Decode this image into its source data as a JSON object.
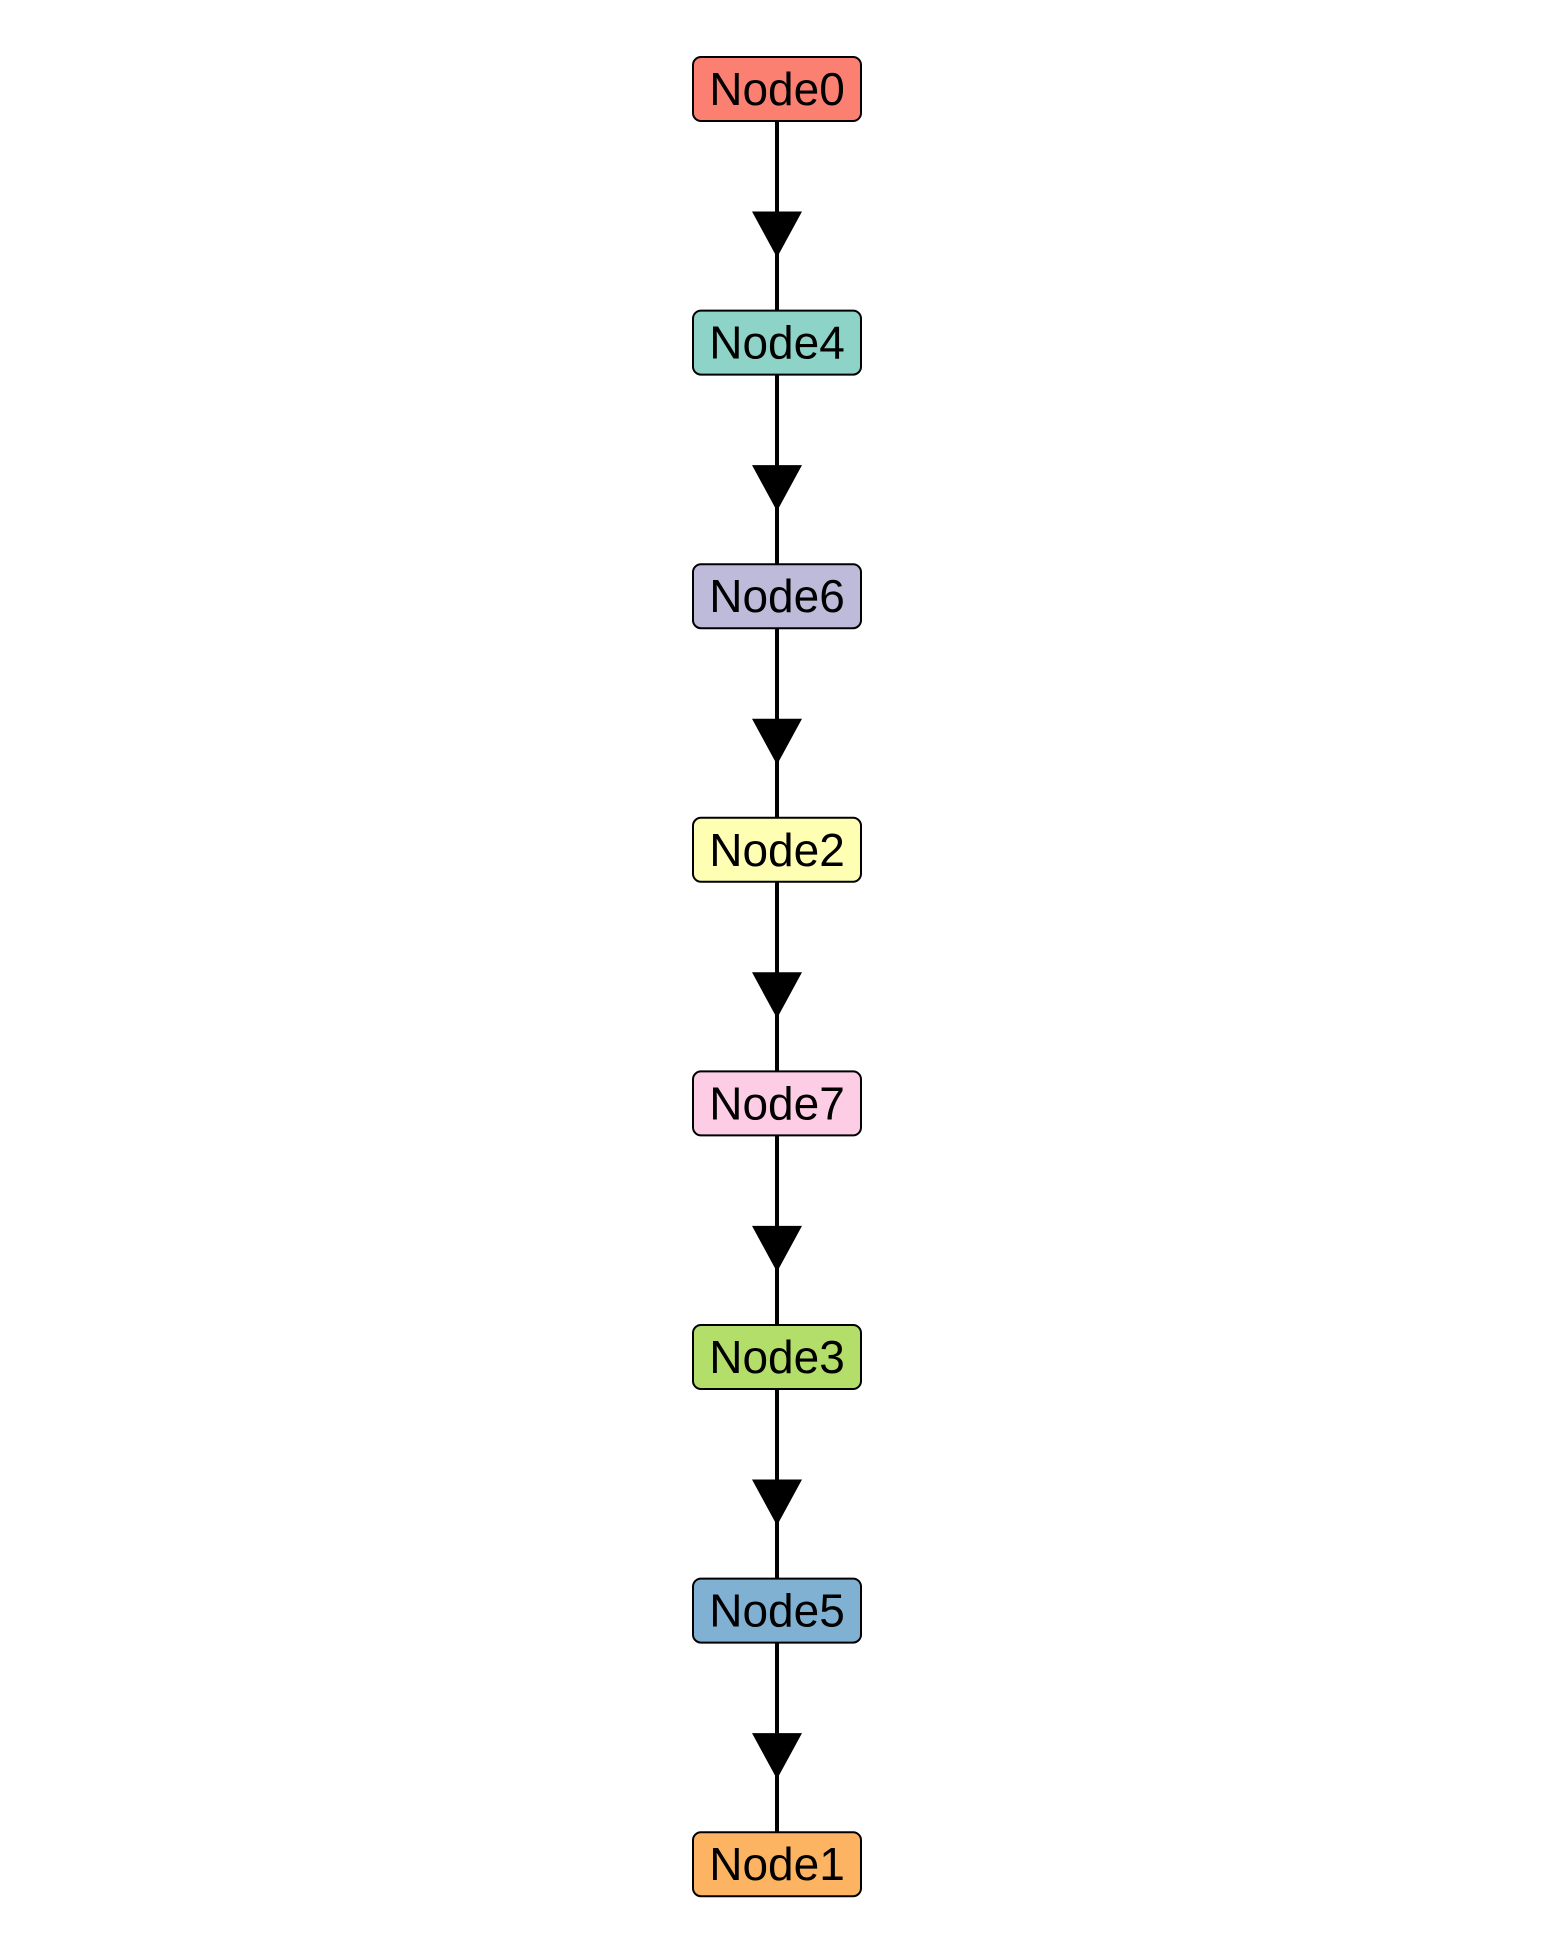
{
  "nodes": [
    {
      "id": "Node0",
      "label": "Node0",
      "color": "#fb8072"
    },
    {
      "id": "Node4",
      "label": "Node4",
      "color": "#8dd3c7"
    },
    {
      "id": "Node6",
      "label": "Node6",
      "color": "#bebada"
    },
    {
      "id": "Node2",
      "label": "Node2",
      "color": "#ffffb3"
    },
    {
      "id": "Node7",
      "label": "Node7",
      "color": "#fccde5"
    },
    {
      "id": "Node3",
      "label": "Node3",
      "color": "#b3de69"
    },
    {
      "id": "Node5",
      "label": "Node5",
      "color": "#80b1d3"
    },
    {
      "id": "Node1",
      "label": "Node1",
      "color": "#fdb462"
    }
  ],
  "edges": [
    {
      "from": "Node0",
      "to": "Node4"
    },
    {
      "from": "Node4",
      "to": "Node6"
    },
    {
      "from": "Node6",
      "to": "Node2"
    },
    {
      "from": "Node2",
      "to": "Node7"
    },
    {
      "from": "Node7",
      "to": "Node3"
    },
    {
      "from": "Node3",
      "to": "Node5"
    },
    {
      "from": "Node5",
      "to": "Node1"
    }
  ],
  "edge_color": "#000000"
}
